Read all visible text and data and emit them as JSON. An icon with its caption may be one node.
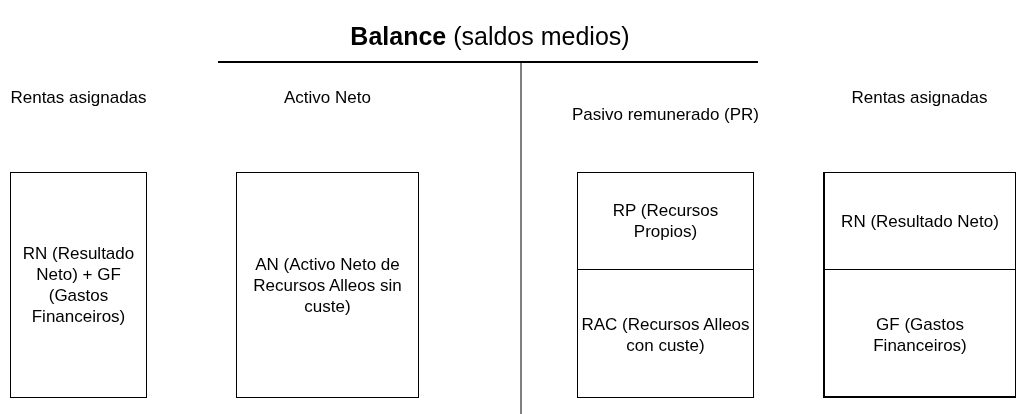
{
  "diagram": {
    "title": "**Balance** (saldos medios)",
    "nodes": [
      {
        "text": [
          "Rentas asignadas",
          "RN (Resultado Neto) + GF (Gastos Financeiros)"
        ]
      },
      {
        "text": [
          "Activo Neto",
          "AN (Activo Neto de Recursos Alleos sin custe)"
        ]
      },
      {
        "text": [
          "Pasivo remunerado (PR)"
        ]
      },
      {
        "text": [
          "RP (Recursos Propios)"
        ],
        "in": 2
      },
      {
        "text": [
          "RAC (Recursos Alleos con custe)"
        ],
        "in": 2
      },
      {
        "text": [
          "Rentas asignadas"
        ]
      },
      {
        "text": [
          "RN (Resultado Neto)"
        ],
        "in": 5
      },
      {
        "text": [
          "GF (Gastos Financeiros)"
        ],
        "in": 5
      }
    ],
    "edges": []
  }
}
